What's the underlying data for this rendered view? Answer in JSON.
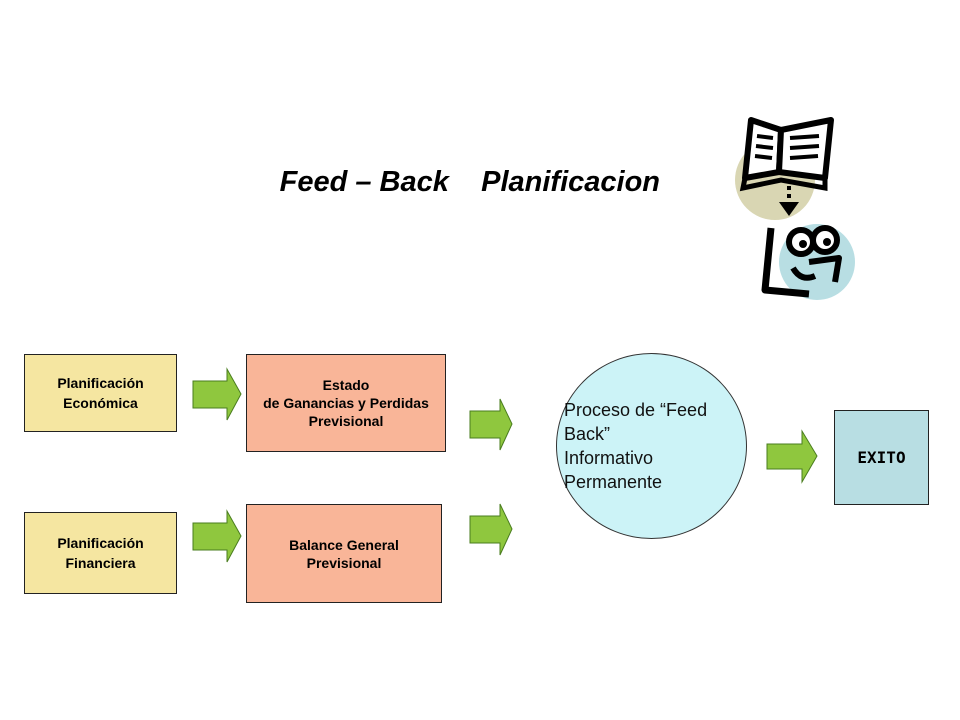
{
  "title": {
    "part1": "Feed – Back",
    "part2": "Planificacion"
  },
  "planificacion_economica": {
    "line1": "Planificación",
    "line2": "Económica"
  },
  "planificacion_financiera": {
    "line1": "Planificación",
    "line2": "Financiera"
  },
  "estado": {
    "line1": "Estado",
    "line2": "de Ganancias y Perdidas",
    "line3": "Previsional"
  },
  "balance": {
    "line1": "Balance  General",
    "line2": "Previsional"
  },
  "proceso": {
    "line1": "Proceso de “Feed",
    "line2": "Back”",
    "line3": "Informativo",
    "line4": "Permanente"
  },
  "exito": {
    "label": "EXITO"
  },
  "colors": {
    "yellow_box": "#f5e6a1",
    "salmon_box": "#f9b598",
    "ellipse": "#ccf3f7",
    "exito_box": "#b8dee3",
    "arrow_fill": "#8fc73e",
    "arrow_stroke": "#4a7d1f"
  },
  "icons": [
    "book-icon",
    "reader-face-icon"
  ]
}
